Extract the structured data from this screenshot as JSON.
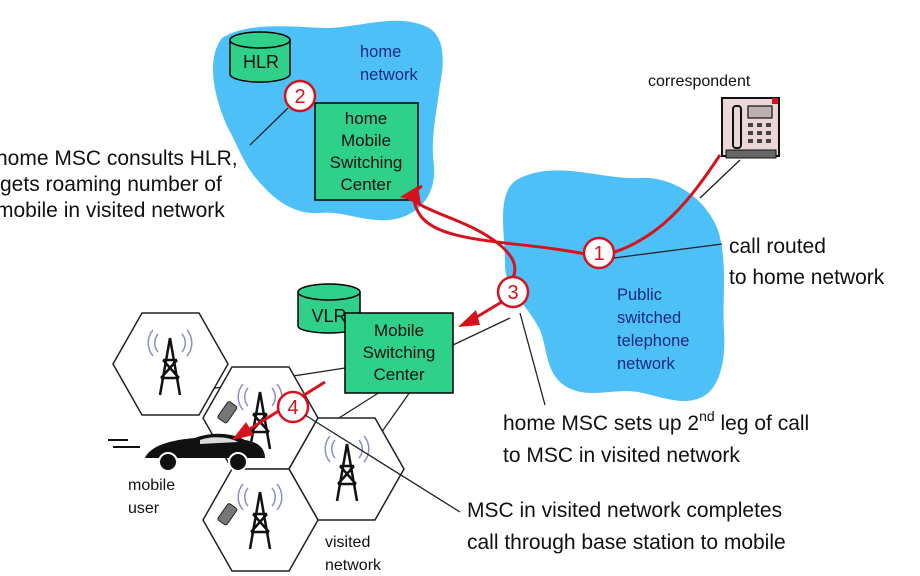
{
  "home_network": {
    "label_line1": "home",
    "label_line2": "network"
  },
  "hlr": {
    "label": "HLR"
  },
  "home_msc": {
    "line1": "home",
    "line2": "Mobile",
    "line3": "Switching",
    "line4": "Center"
  },
  "vlr": {
    "label": "VLR"
  },
  "visited_msc": {
    "line1": "Mobile",
    "line2": "Switching",
    "line3": "Center"
  },
  "pstn": {
    "line1": "Public",
    "line2": "switched",
    "line3": "telephone",
    "line4": "network"
  },
  "correspondent": {
    "label": "correspondent"
  },
  "mobile_user": {
    "line1": "mobile",
    "line2": "user"
  },
  "visited_network": {
    "line1": "visited",
    "line2": "network"
  },
  "steps": [
    {
      "number": "1",
      "line1": "call routed",
      "line2": "to home network"
    },
    {
      "number": "2",
      "line1": "home MSC consults HLR,",
      "line2": "gets roaming number of",
      "line3": "mobile in visited network"
    },
    {
      "number": "3",
      "line1_prefix": "home MSC sets up 2",
      "superscript": "nd",
      "line1_suffix": " leg of call",
      "line2": "to MSC in visited network"
    },
    {
      "number": "4",
      "line1": "MSC in visited network completes",
      "line2": "call through base station to mobile"
    }
  ],
  "colors": {
    "cloud": "#4dc0f8",
    "msc_box": "#2fd08a",
    "call_path": "#d6131c",
    "label_blue": "#1a2a7a"
  },
  "icons": [
    "database-icon",
    "telephone-icon",
    "cell-tower-icon",
    "car-icon",
    "cellphone-icon"
  ]
}
